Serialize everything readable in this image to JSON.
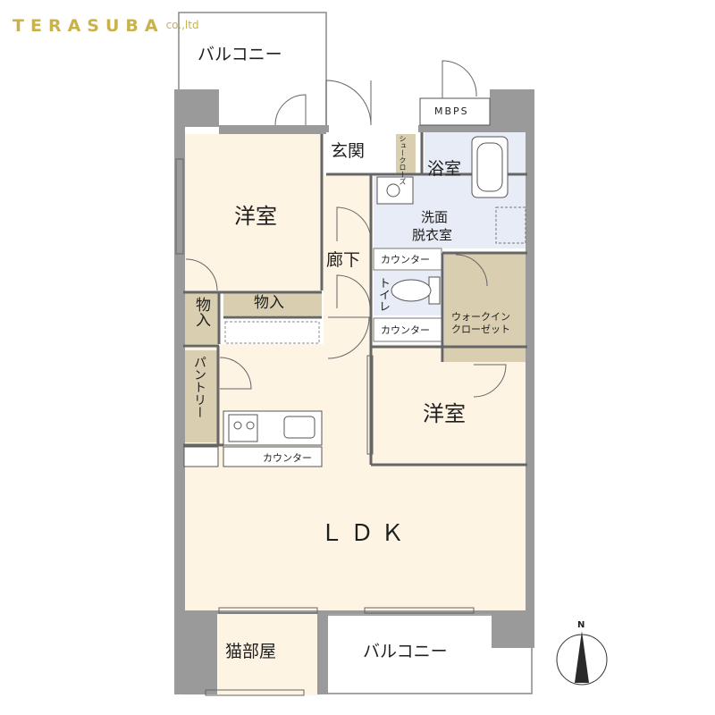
{
  "logo": {
    "brand": "TERASUBA",
    "suffix": "co.,ltd"
  },
  "rooms": {
    "balcony_top": "バルコニー",
    "balcony_bottom": "バルコニー",
    "mbps": "MBPS",
    "entrance": "玄関",
    "shoe_closet": "シュークローズ",
    "bath": "浴室",
    "western_room_1": "洋室",
    "washroom_line1": "洗面",
    "washroom_line2": "脱衣室",
    "hallway": "廊下",
    "counter_upper": "カウンター",
    "toilet": "トイレ",
    "counter_lower": "カウンター",
    "storage_small": "物入",
    "storage_wide": "物入",
    "walk_in_line1": "ウォークイン",
    "walk_in_line2": "クローゼット",
    "pantry": "パントリー",
    "western_room_2": "洋室",
    "kitchen_counter": "カウンター",
    "ldk": "ＬＤＫ",
    "cat_room": "猫部屋"
  },
  "compass": {
    "north": "N"
  },
  "colors": {
    "wall": "#9a9a9a",
    "room_fill": "#fdf4e3",
    "bath_fill": "#e8ecf6",
    "storage_fill": "#d9ceb0",
    "line": "#555555"
  }
}
